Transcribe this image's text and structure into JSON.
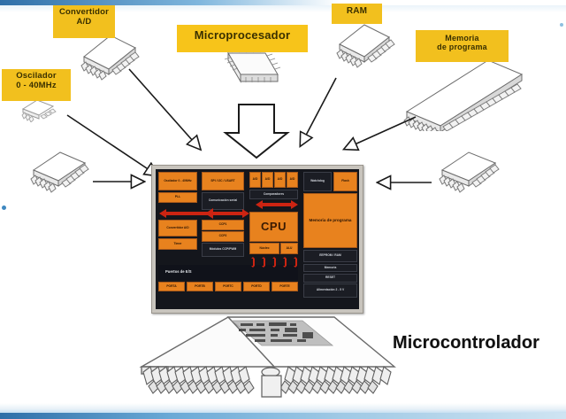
{
  "slide": {
    "title_label": "Microcontrolador",
    "background": "#ffffff",
    "accent_chip_color": "#f2c01e",
    "block_orange": "#e8821e",
    "block_dark": "#14161c",
    "arrow_red": "#cc2412",
    "frame_blue": "#2f6fa8"
  },
  "labels": [
    {
      "id": "convertidor-ad",
      "lines": [
        "Convertidor",
        "A/D"
      ]
    },
    {
      "id": "microprocesador",
      "lines": [
        "Microprocesador"
      ]
    },
    {
      "id": "ram",
      "lines": [
        "RAM"
      ]
    },
    {
      "id": "memoria-programa",
      "lines": [
        "Memoria",
        "de programa"
      ]
    },
    {
      "id": "oscilador",
      "lines": [
        "Oscilador",
        "0 - 40MHz"
      ]
    }
  ],
  "block_diagram": {
    "cpu_label": "CPU",
    "ports_label": "Puertos de E/S",
    "cells": [
      {
        "id": "oscilador-cell",
        "text": "Oscilador 0 - 40MHz"
      },
      {
        "id": "pll-cell",
        "text": "PLL"
      },
      {
        "id": "spi-i2c-cell",
        "text": "SPI / I2C / USART"
      },
      {
        "id": "comunicacion-cell",
        "text": "Comunicación serial",
        "style": "dark"
      },
      {
        "id": "ad-top-1",
        "text": "A/D"
      },
      {
        "id": "ad-top-2",
        "text": "A/D"
      },
      {
        "id": "ad-top-3",
        "text": "A/D"
      },
      {
        "id": "ad-top-4",
        "text": "A/D"
      },
      {
        "id": "comparadores-cell",
        "text": "Comparadores",
        "style": "dark"
      },
      {
        "id": "watchdog-cell",
        "text": "Watchdog",
        "style": "dark"
      },
      {
        "id": "flash-cell",
        "text": "Flash"
      },
      {
        "id": "memoria-prog-cell",
        "text": "Memoria de programa"
      },
      {
        "id": "eeprom-cell",
        "text": "EEPROM / RAM",
        "style": "dark"
      },
      {
        "id": "memoria-cell",
        "text": "Memoria",
        "style": "dark"
      },
      {
        "id": "conv-ad-cell",
        "text": "Convertidor A/D"
      },
      {
        "id": "timer-cell",
        "text": "Timer"
      },
      {
        "id": "ccp1-cell",
        "text": "CCP1"
      },
      {
        "id": "ccp2-cell",
        "text": "CCP2"
      },
      {
        "id": "ccp-pwm-cell",
        "text": "Módulos CCP/PWM",
        "style": "dark"
      },
      {
        "id": "cpu-sub-1",
        "text": "Núcleo"
      },
      {
        "id": "cpu-sub-2",
        "text": "ALU"
      },
      {
        "id": "reset-cell",
        "text": "RESET",
        "style": "dark"
      },
      {
        "id": "alimentacion-cell",
        "text": "Alimentación 2 - 5 V",
        "style": "dark"
      },
      {
        "id": "port-a",
        "text": "PORTA"
      },
      {
        "id": "port-b",
        "text": "PORTB"
      },
      {
        "id": "port-c",
        "text": "PORTC"
      },
      {
        "id": "port-d",
        "text": "PORTD"
      },
      {
        "id": "port-e",
        "text": "PORTE"
      }
    ]
  }
}
